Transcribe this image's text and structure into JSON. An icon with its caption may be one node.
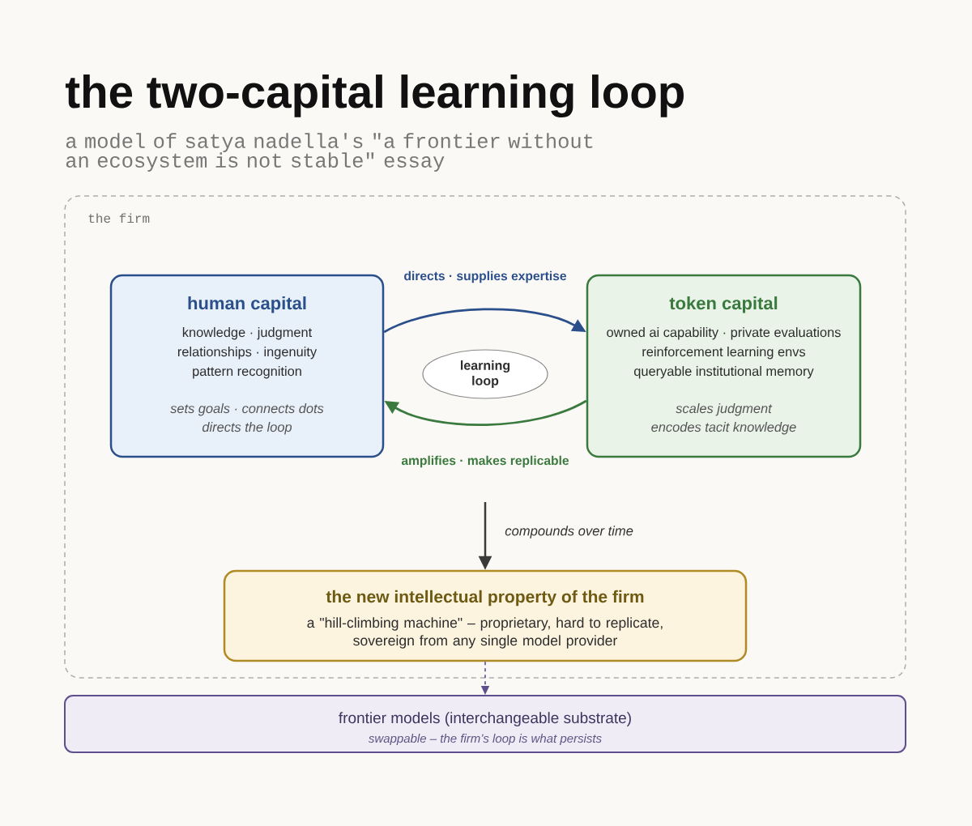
{
  "diagram": {
    "title": "the two-capital learning loop",
    "nodes": [
      {
        "text": [
          "the firm"
        ]
      },
      {
        "text": [
          "human capital",
          "knowledge · judgment",
          "relationships · ingenuity",
          "pattern recognition",
          "sets goals · connects dots",
          "directs the loop"
        ],
        "in": 0
      },
      {
        "text": [
          "token capital",
          "owned ai capability · private evaluations",
          "reinforcement learning envs",
          "queryable institutional memory",
          "scales judgment",
          "encodes tacit knowledge"
        ],
        "in": 0
      },
      {
        "text": [
          "learning loop"
        ],
        "in": 0
      },
      {
        "text": [
          "the new intellectual property of the firm",
          "a \"hill-climbing machine\" – proprietary, hard to replicate, sovereign from any single model provider"
        ],
        "in": 0
      },
      {
        "text": [
          "frontier models (interchangeable substrate)",
          "swappable – the firm’s loop is what persists"
        ]
      }
    ],
    "edges": [
      {
        "from": 1,
        "to": 2,
        "arrow": "to",
        "label": "directs · supplies expertise",
        "color": "#2a4f8a"
      },
      {
        "from": 2,
        "to": 1,
        "arrow": "to",
        "label": "amplifies · makes replicable",
        "color": "#3a7a3e"
      },
      {
        "from": null,
        "to": 4,
        "arrow": "to",
        "label": "compounds over time",
        "color": "#3a3a3a"
      },
      {
        "from": 4,
        "to": 5,
        "arrow": "to",
        "style": "dashed",
        "color": "#5f4f8f"
      }
    ],
    "labels": [
      "a model of satya nadella's \"a frontier without an ecosystem is not stable\" essay"
    ]
  }
}
